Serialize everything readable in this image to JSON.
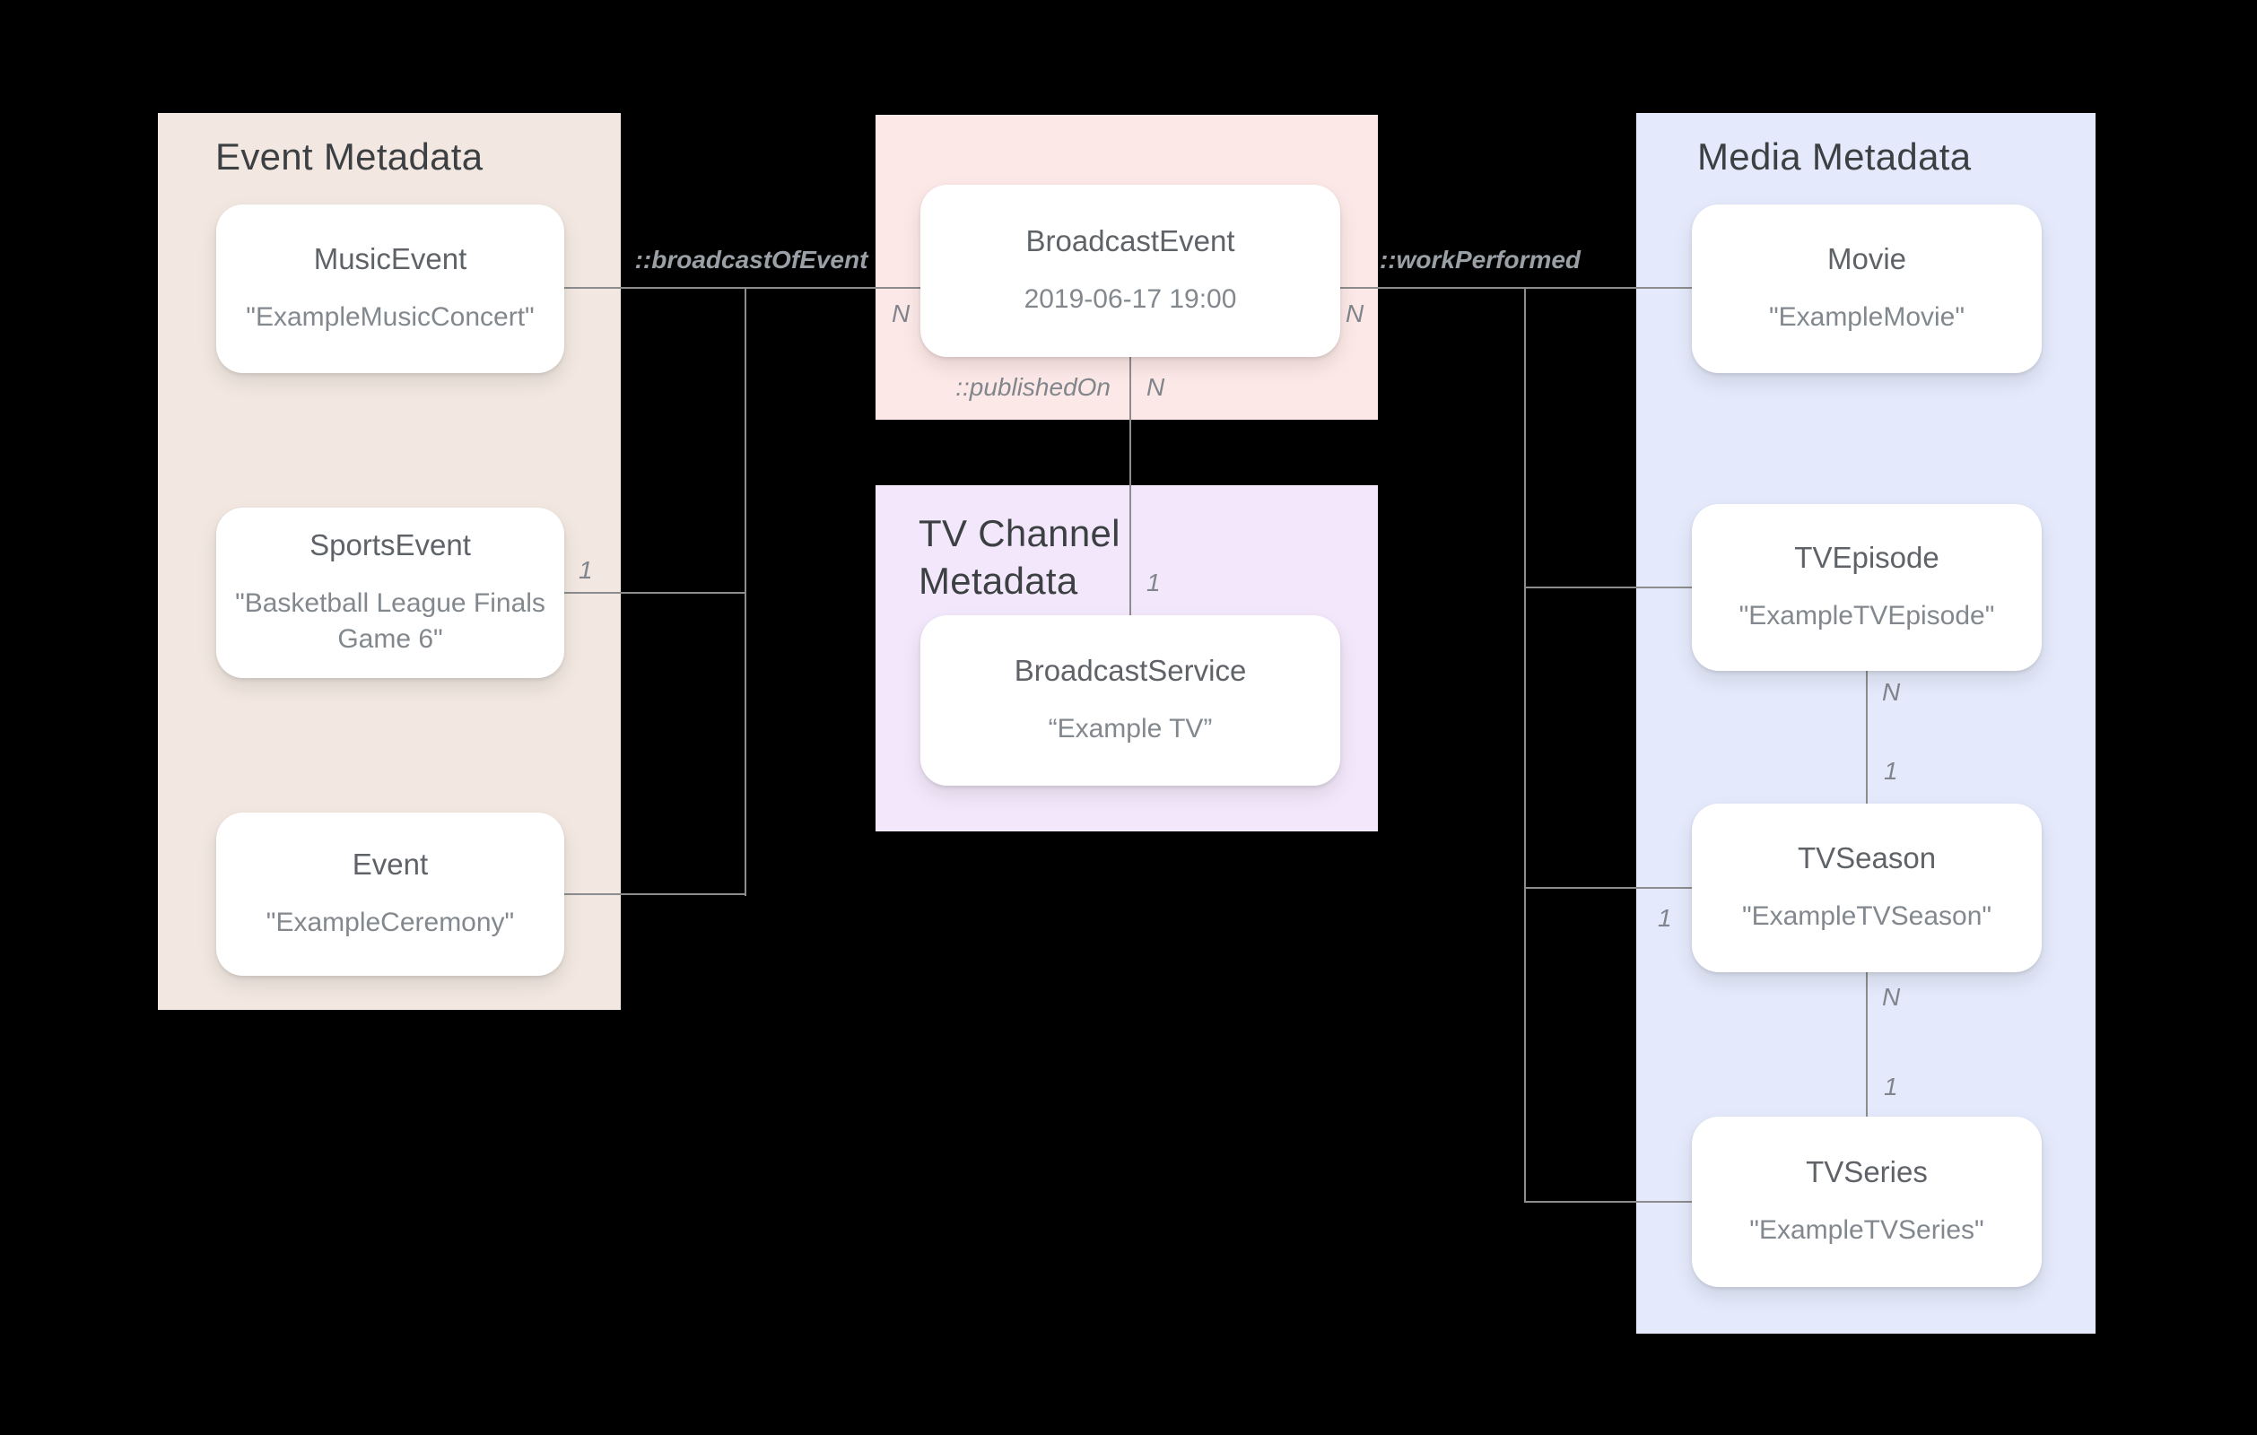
{
  "diagram": {
    "panels": {
      "event": {
        "title": "Event Metadata"
      },
      "tv_channel": {
        "title": "TV Channel Metadata"
      },
      "media": {
        "title": "Media Metadata"
      }
    },
    "cards": {
      "music_event": {
        "title": "MusicEvent",
        "value": "\"ExampleMusicConcert\""
      },
      "sports_event": {
        "title": "SportsEvent",
        "value": "\"Basketball League Finals Game 6\""
      },
      "event": {
        "title": "Event",
        "value": "\"ExampleCeremony\""
      },
      "broadcast_event": {
        "title": "BroadcastEvent",
        "value": "2019-06-17 19:00"
      },
      "broadcast_service": {
        "title": "BroadcastService",
        "value": "“Example TV”"
      },
      "movie": {
        "title": "Movie",
        "value": "\"ExampleMovie\""
      },
      "tv_episode": {
        "title": "TVEpisode",
        "value": "\"ExampleTVEpisode\""
      },
      "tv_season": {
        "title": "TVSeason",
        "value": "\"ExampleTVSeason\""
      },
      "tv_series": {
        "title": "TVSeries",
        "value": "\"ExampleTVSeries\""
      }
    },
    "edges": {
      "broadcast_of_event": {
        "label": "::broadcastOfEvent",
        "n_at_broadcast_event": "N"
      },
      "work_performed": {
        "label": "::workPerformed",
        "n_at_broadcast_event": "N"
      },
      "published_on": {
        "label": "::publishedOn",
        "n_at_broadcast_event": "N",
        "one_at_broadcast_service": "1"
      },
      "sports_event_link": {
        "one_at_sports_event": "1"
      },
      "season_link": {
        "one_at_tv_season": "1"
      },
      "episode_to_season": {
        "n_at_episode": "N",
        "one_at_season": "1"
      },
      "season_to_series": {
        "n_at_season": "N",
        "one_at_series": "1"
      }
    },
    "colors": {
      "background": "#000000",
      "event_panel": "#F2E8E1",
      "broadcast_panel": "#FCE8E6",
      "tv_channel_panel": "#F3E8FB",
      "media_panel": "#E4EAFB",
      "card_background": "#FFFFFF",
      "connector_line": "#8D8D8D",
      "panel_title_text": "#3C4043",
      "card_title_text": "#5F6368",
      "card_value_text": "#82888D",
      "edge_label_text": "#9AA0A6"
    }
  }
}
